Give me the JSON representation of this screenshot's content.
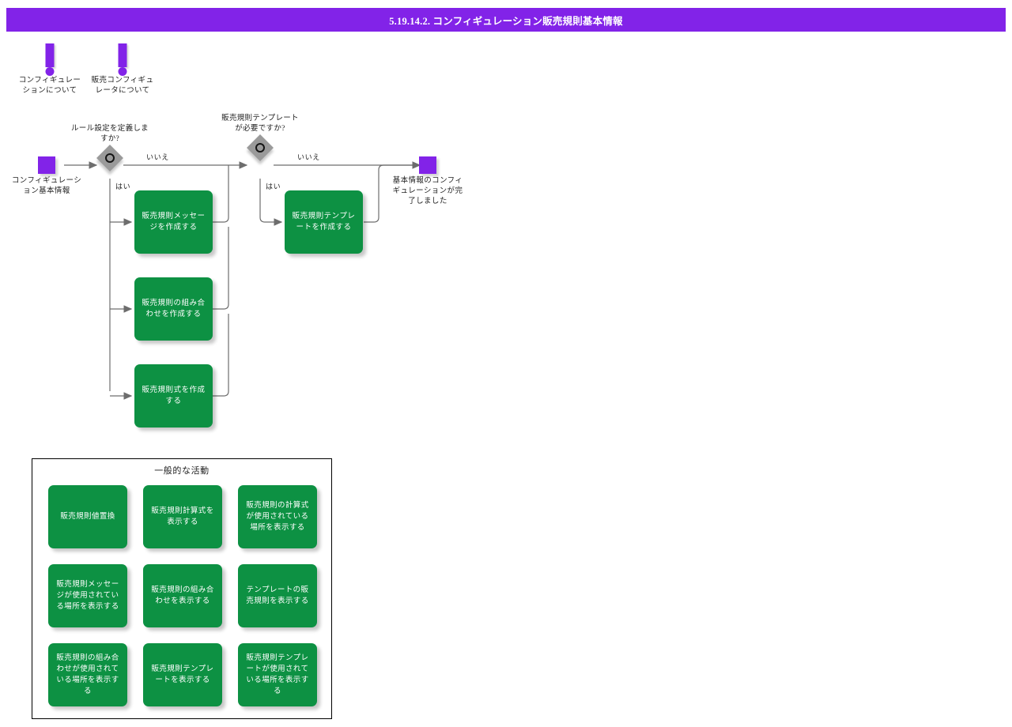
{
  "header": {
    "section_number": "5.19.14.2.",
    "title": "コンフィギュレーション販売規則基本情報",
    "full_title": "5.19.14.2. コンフィギュレーション販売規則基本情報",
    "bar_color": "#8223e8",
    "text_color": "#ffffff"
  },
  "colors": {
    "accent_purple": "#8223e8",
    "activity_green": "#0d9143",
    "decision_gray": "#9a9a9a",
    "connector_gray": "#6d6d6d",
    "panel_border": "#000000",
    "text": "#222222"
  },
  "notes": [
    {
      "icon": "exclamation-icon",
      "label": "コンフィギュレーションについて"
    },
    {
      "icon": "exclamation-icon",
      "label": "販売コンフィギュレータについて"
    }
  ],
  "flow": {
    "start": {
      "label": "コンフィギュレーション基本情報",
      "shape": "terminal-square"
    },
    "end": {
      "label": "基本情報のコンフィギュレーションが完了しました",
      "shape": "terminal-square"
    },
    "decisions": [
      {
        "id": "d1",
        "question": "ルール設定を定義しますか?",
        "yes_label": "はい",
        "no_label": "いいえ"
      },
      {
        "id": "d2",
        "question": "販売規則テンプレートが必要ですか?",
        "yes_label": "はい",
        "no_label": "いいえ"
      }
    ],
    "activities": [
      {
        "id": "a1",
        "label": "販売規則メッセージを作成する"
      },
      {
        "id": "a2",
        "label": "販売規則の組み合わせを作成する"
      },
      {
        "id": "a3",
        "label": "販売規則式を作成する"
      },
      {
        "id": "a4",
        "label": "販売規則テンプレートを作成する"
      }
    ]
  },
  "common_activities": {
    "title": "一般的な活動",
    "items": [
      {
        "label": "販売規則値置換"
      },
      {
        "label": "販売規則計算式を表示する"
      },
      {
        "label": "販売規則の計算式が使用されている場所を表示する"
      },
      {
        "label": "販売規則メッセージが使用されている場所を表示する"
      },
      {
        "label": "販売規則の組み合わせを表示する"
      },
      {
        "label": "テンプレートの販売規則を表示する"
      },
      {
        "label": "販売規則の組み合わせが使用されている場所を表示する"
      },
      {
        "label": "販売規則テンプレートを表示する"
      },
      {
        "label": "販売規則テンプレートが使用されている場所を表示する"
      }
    ]
  }
}
